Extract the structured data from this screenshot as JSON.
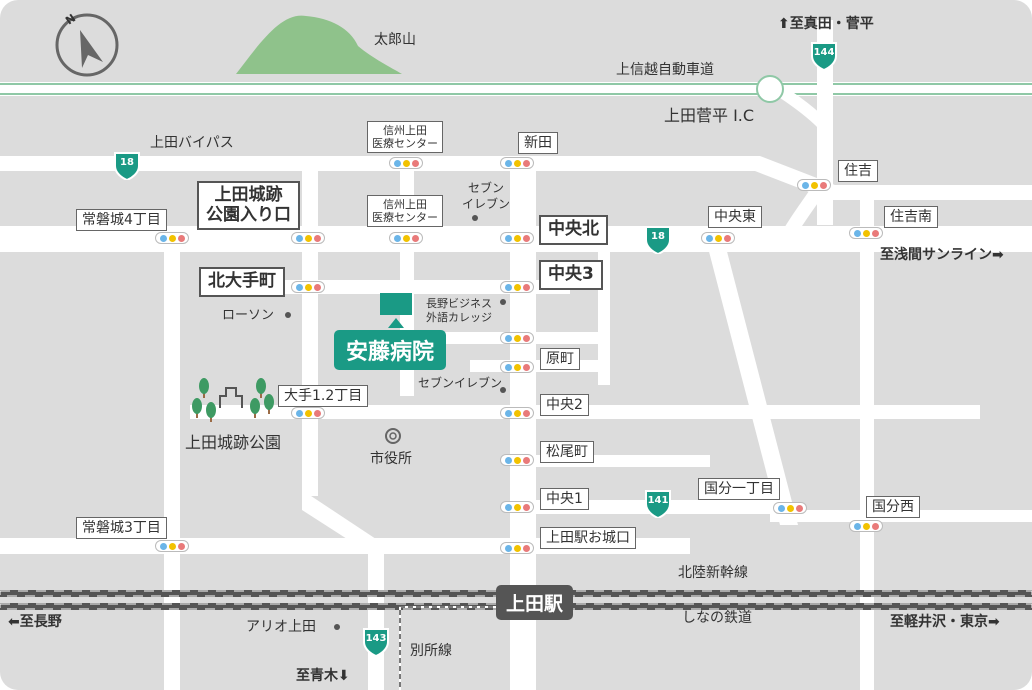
{
  "map": {
    "mountain": "太郎山",
    "expressway": "上信越自動車道",
    "ic": "上田菅平 I.C",
    "direction_labels": {
      "north": "至真田・菅平",
      "east": "至浅間サンライン",
      "west": "至長野",
      "south": "至青木",
      "southeast": "至軽井沢・東京"
    },
    "roads": {
      "bypass": "上田バイパス",
      "shinkansen": "北陸新幹線",
      "shinano": "しなの鉄道",
      "bessho": "別所線"
    },
    "route_numbers": [
      "18",
      "144",
      "141",
      "143"
    ],
    "intersections": {
      "tokiwagi4": "常磐城4丁目",
      "joshi_entrance": "上田城跡\n公園入り口",
      "shinshu_ueda1": "信州上田\n医療センター",
      "shinshu_ueda2": "信州上田\n医療センター",
      "shinden": "新田",
      "chuo_kita": "中央北",
      "chuo3": "中央3",
      "kita_ote": "北大手町",
      "haramachi": "原町",
      "ote12": "大手1.2丁目",
      "chuo2": "中央2",
      "matsuo": "松尾町",
      "chuo1": "中央1",
      "station_oshiro": "上田駅お城口",
      "tokiwagi3": "常磐城3丁目",
      "sumiyoshi": "住吉",
      "chuo_higashi": "中央東",
      "sumiyoshi_minami": "住吉南",
      "kokubu1": "国分一丁目",
      "kokubu_nishi": "国分西"
    },
    "landmarks": {
      "seven1": "セブン\nイレブン",
      "lawson": "ローソン",
      "nagano_biz": "長野ビジネス\n外語カレッジ",
      "seven2": "セブンイレブン",
      "castle_park": "上田城跡公園",
      "city_hall": "市役所",
      "ario": "アリオ上田"
    },
    "hospital": "安藤病院",
    "station": "上田駅",
    "colors": {
      "accent": "#1a9a85",
      "road": "#ffffff",
      "base": "#dcdcdc",
      "mountain": "#8fc28b"
    }
  }
}
